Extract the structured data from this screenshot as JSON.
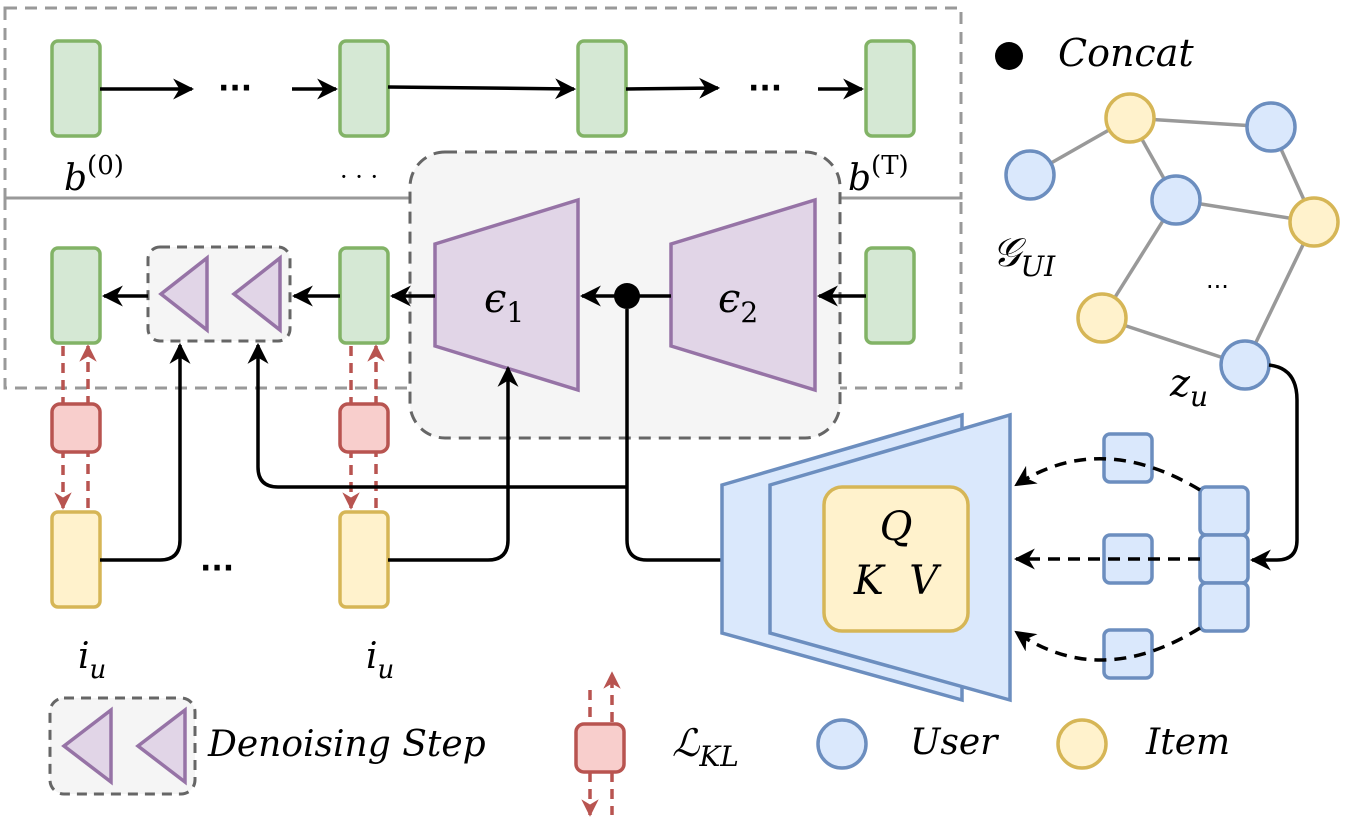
{
  "labels": {
    "concat": "Concat",
    "b0_base": "b",
    "b0_sup": "(0)",
    "bT_base": "b",
    "bT_sup": "(T)",
    "ellipsis_dots": "···",
    "ellipsis_low": "· · ·",
    "graph_base": "𝒢",
    "graph_sub": "UI",
    "zu_base": "z",
    "zu_sub": "u",
    "eps1_base": "ϵ",
    "eps1_sub": "1",
    "eps2_base": "ϵ",
    "eps2_sub": "2",
    "q": "Q",
    "kv": "K  V",
    "iu1_base": "i",
    "iu1_sub": "u",
    "iu2_base": "i",
    "iu2_sub": "u",
    "graph_dots": "..."
  },
  "legend": {
    "denoising": "Denoising Step",
    "kl_base": "ℒ",
    "kl_sub": "KL",
    "user": "User",
    "item": "Item"
  },
  "colors": {
    "green_fill": "#d5e8d4",
    "green_stroke": "#82b366",
    "yellow_fill": "#fff2cc",
    "yellow_stroke": "#d6b656",
    "red_fill": "#f8cecc",
    "red_stroke": "#b85450",
    "blue_fill": "#dae8fc",
    "blue_stroke": "#6c8ebf",
    "purple_fill": "#e1d5e7",
    "purple_stroke": "#9673a6"
  }
}
